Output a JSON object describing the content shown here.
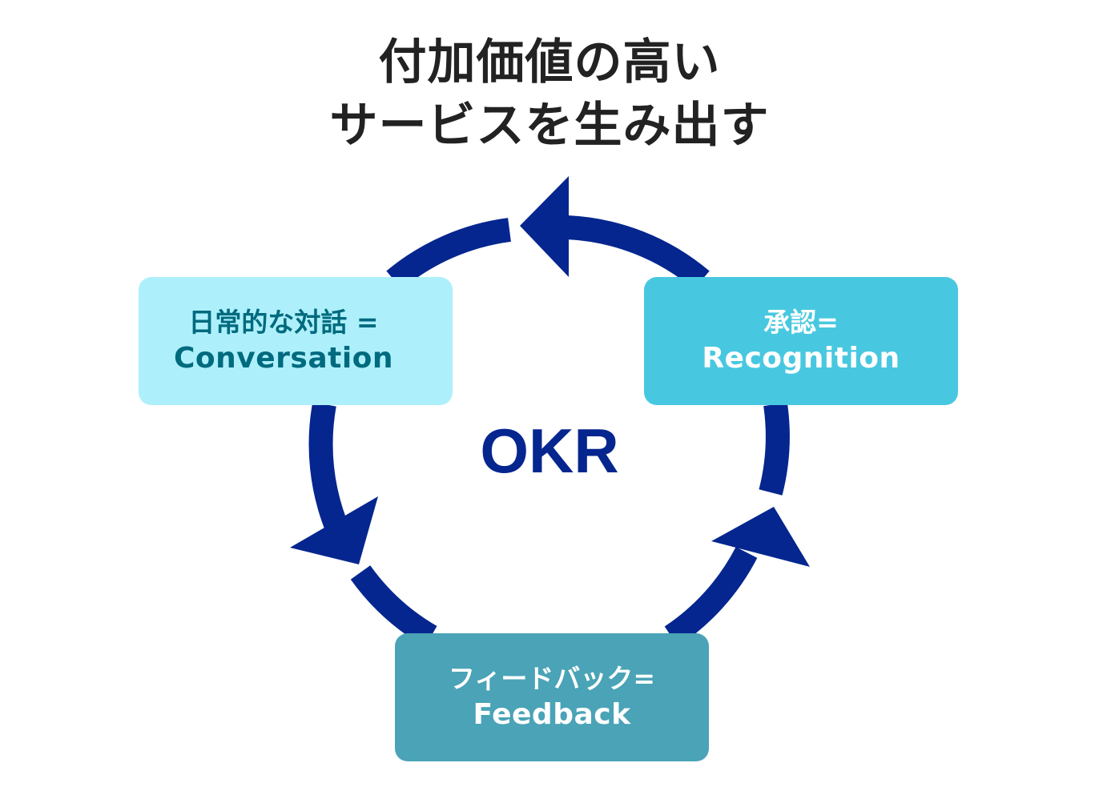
{
  "title": {
    "line1": "付加価値の高い",
    "line2": "サービスを生み出す"
  },
  "center_label": "OKR",
  "colors": {
    "arrow": "#05268f",
    "title_text": "#222222",
    "conversation_box": "#adf0fb",
    "conversation_text": "#006a7e",
    "recognition_box": "#48c8e0",
    "feedback_box": "#4aa3b6",
    "box_text_light": "#ffffff"
  },
  "nodes": [
    {
      "jp": "日常的な対話 =",
      "en": "Conversation"
    },
    {
      "jp": "承認=",
      "en": "Recognition"
    },
    {
      "jp": "フィードバック=",
      "en": "Feedback"
    }
  ],
  "flow": [
    "Recognition",
    "Conversation",
    "Feedback",
    "Recognition"
  ]
}
